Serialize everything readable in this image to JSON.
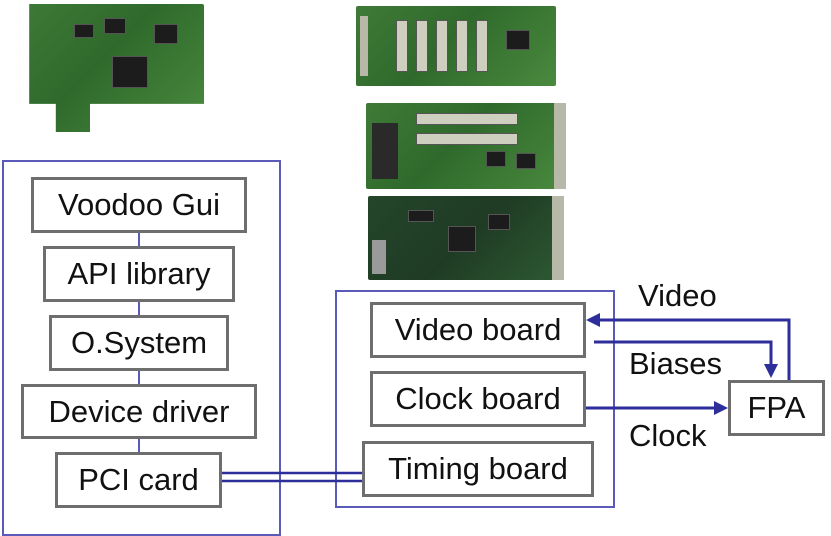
{
  "photos": {
    "pci_card": "PCI card photo",
    "video_board": "Video board photo",
    "clock_board": "Clock board photo",
    "timing_board": "Timing board photo"
  },
  "software_stack": [
    "Voodoo Gui",
    "API library",
    "O.System",
    "Device driver",
    "PCI card"
  ],
  "controller_boards": [
    "Video board",
    "Clock board",
    "Timing board"
  ],
  "fpa_label": "FPA",
  "signal_labels": {
    "video": "Video",
    "biases": "Biases",
    "clock": "Clock"
  },
  "colors": {
    "frame": "#5a5ab8",
    "wire": "#2e2e9a",
    "box_border": "#6e6e6e"
  }
}
